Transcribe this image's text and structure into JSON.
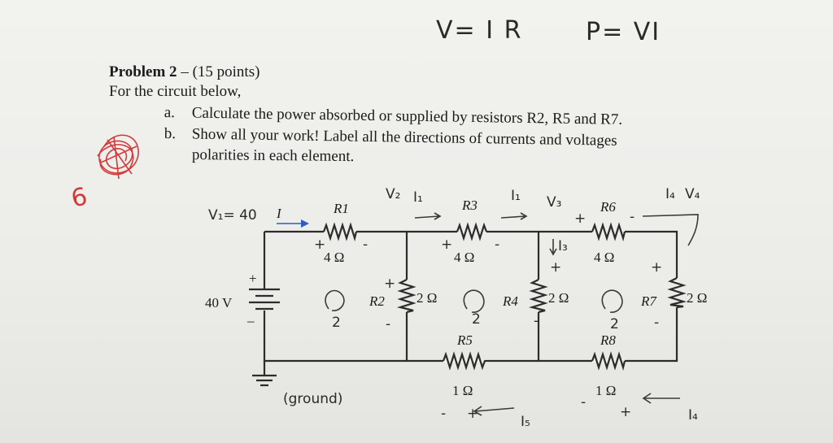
{
  "header_notes": {
    "ohms_law": "V= I R",
    "power_law": "P= VI"
  },
  "grade_mark": "6",
  "problem": {
    "heading_bold": "Problem 2",
    "heading_rest": " – (15 points)",
    "intro": "For the circuit below,",
    "item_a_marker": "a.",
    "item_a_text": "Calculate the power absorbed or supplied by resistors R2, R5 and R7.",
    "item_b_marker": "b.",
    "item_b_text": "Show all your work! Label all the directions of currents and voltages",
    "item_b_cont": "polarities in each element."
  },
  "circuit": {
    "source_label": "40 V",
    "source_plus": "+",
    "source_minus": "–",
    "current_label": "I",
    "resistors": [
      {
        "name": "R1",
        "value": "4 Ω"
      },
      {
        "name": "R2",
        "value": "2 Ω"
      },
      {
        "name": "R3",
        "value": "4 Ω"
      },
      {
        "name": "R4",
        "value": "2 Ω"
      },
      {
        "name": "R5",
        "value": "1 Ω"
      },
      {
        "name": "R6",
        "value": "4 Ω"
      },
      {
        "name": "R7",
        "value": "2 Ω"
      },
      {
        "name": "R8",
        "value": "1 Ω"
      }
    ]
  },
  "handwritten_annotations": {
    "v1": "V₁= 40",
    "v2": "V₂",
    "i1_top": "I₁",
    "i1_mid": "I₁",
    "v3": "V₃",
    "i3": "I₃",
    "i4_top": "I₄",
    "v4": "V₄",
    "i4_bottom": "I₄",
    "i5": "I₅",
    "ground": "(ground)",
    "mesh_numeral": "2",
    "plus_sign": "+",
    "minus_sign": "-"
  }
}
